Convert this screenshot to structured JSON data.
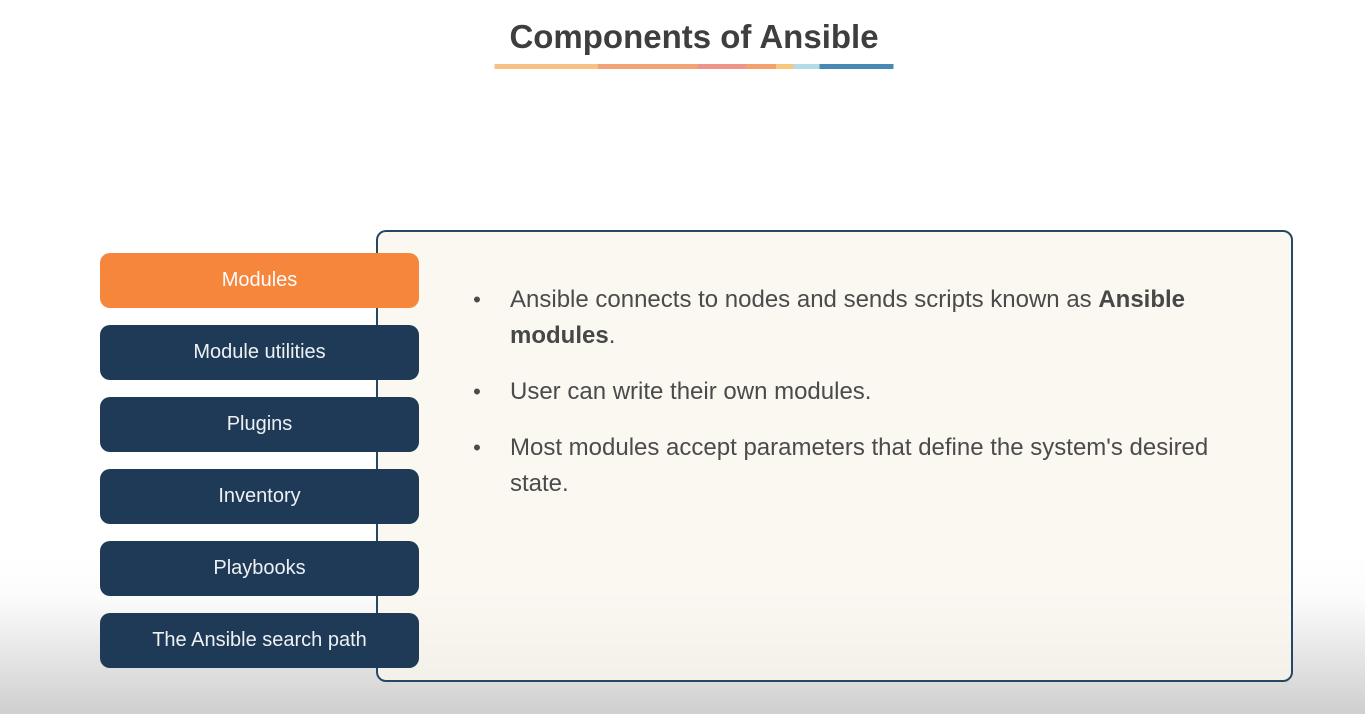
{
  "title": "Components of Ansible",
  "underline": {
    "segments": [
      {
        "color": "#f6c183",
        "width_percent": 26
      },
      {
        "color": "#f2a277",
        "width_percent": 25
      },
      {
        "color": "#ef938b",
        "width_percent": 12
      },
      {
        "color": "#f3a06c",
        "width_percent": 7.5
      },
      {
        "color": "#f7c77f",
        "width_percent": 4.5
      },
      {
        "color": "#b5dae8",
        "width_percent": 6.5
      },
      {
        "color": "#4589b4",
        "width_percent": 18.5
      }
    ]
  },
  "sidebar": {
    "items": [
      {
        "label": "Modules",
        "active": true
      },
      {
        "label": "Module utilities",
        "active": false
      },
      {
        "label": "Plugins",
        "active": false
      },
      {
        "label": "Inventory",
        "active": false
      },
      {
        "label": "Playbooks",
        "active": false
      },
      {
        "label": "The Ansible search path",
        "active": false
      }
    ]
  },
  "content": {
    "bullet_char": "•",
    "bullets": [
      {
        "pre": "Ansible connects to nodes and sends scripts known as ",
        "bold": "Ansible modules",
        "post": "."
      },
      {
        "pre": "User can write their own modules.",
        "bold": "",
        "post": ""
      },
      {
        "pre": "Most modules accept parameters that define the system's desired state.",
        "bold": "",
        "post": ""
      }
    ]
  },
  "colors": {
    "accent_orange": "#f6863b",
    "navy_button": "#1e3a56",
    "panel_border": "#274864",
    "panel_fill": "#faf6ee",
    "title_text": "#3e3e3e",
    "body_text": "#4b4b4b",
    "page_bottom_gray": "#cfcfcf"
  }
}
